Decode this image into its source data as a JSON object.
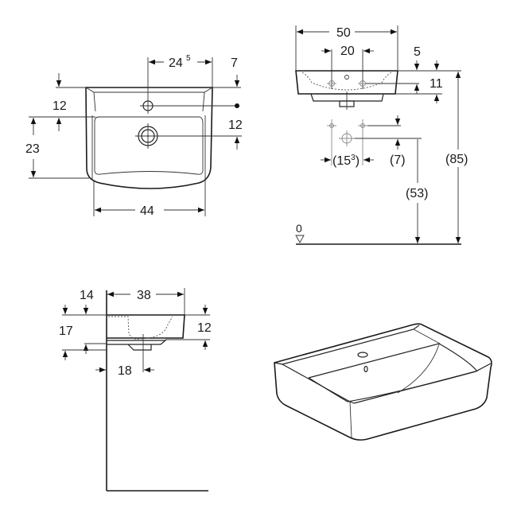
{
  "drawing": {
    "subject": "Washbasin dimension drawing",
    "top_view": {
      "dims": {
        "tap_hole_offset": "24",
        "tap_hole_offset_sup": "5",
        "rear_edge": "7",
        "tap_hole_depth": "12",
        "drain_depth": "12",
        "bowl_depth": "23",
        "bowl_width": "44"
      }
    },
    "front_view": {
      "dims": {
        "overall_width": "50",
        "supply_spacing": "20",
        "rim_height": "5",
        "supply_height": "11",
        "supply_spacing_alt": "(15",
        "supply_spacing_alt_sup": "3",
        "supply_spacing_alt_close": ")",
        "supply_offset": "(7)",
        "drain_height": "(53)",
        "rim_floor_height": "(85)",
        "floor_level": "0"
      }
    },
    "side_view": {
      "dims": {
        "wall_offset": "14",
        "projection": "38",
        "overall_height": "17",
        "front_height": "12",
        "drain_wall_offset": "18"
      }
    },
    "perspective_view": {
      "label": "3D view of washbasin"
    }
  }
}
